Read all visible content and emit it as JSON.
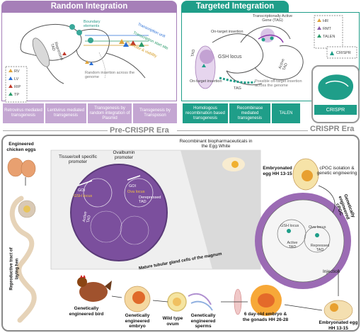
{
  "random_integration": {
    "header": "Random Integration",
    "labels": {
      "boundary": "Boundary elements",
      "repressed_tad": "Repressed TAD",
      "transcription_unit": "Transcription unit",
      "transcription_start": "Transcription start site",
      "promoter": "Promoter & viability",
      "random_insertion": "Random insertion across the genome"
    },
    "legend": [
      "RV",
      "LV",
      "RIP",
      "TP"
    ],
    "methods": [
      "Retrovirus mediated transgenesis",
      "Lentivirus mediated transgenesis",
      "Transgenesis by random integration of Plasmid",
      "Transgenesis by Transposon"
    ]
  },
  "targeted_integration": {
    "header": "Targeted Integration",
    "labels": {
      "tag": "Transcriptionally Active Gene (TAG)",
      "on_target": "On-target insertion",
      "gsh_locus": "GSH locus",
      "active_tad": "Active TAD",
      "tad": "TAD",
      "on_target2": "On-target insertion",
      "tag_small": "TAG",
      "off_target": "Possible off-target insertion across the genome"
    },
    "legend": [
      "HR",
      "RMT",
      "TALEN"
    ],
    "crispr_legend": "CRISPR",
    "methods": [
      "Homologous recombination based transgenesis",
      "Recombinase mediated transgenesis",
      "TALEN"
    ]
  },
  "crispr_box": {
    "label": "CRISPR"
  },
  "era_labels": {
    "pre": "Pre-CRISPR Era",
    "crispr": "CRISPR Era"
  },
  "workflow": {
    "eggs": "Engineered chicken eggs",
    "tissue_promoter": "Tissue/cell specific promoter",
    "ovalbumin": "Ovalbumin promoter",
    "goi_left": "GOI",
    "gsh_locus_left": "GSH locus",
    "active_tad_left": "Active TAD",
    "goi_right": "GOI",
    "ova_locus": "Ova locus",
    "derepressed_tad": "Derepressed TAD",
    "biopharma": "Recombinant biopharmaceuticals in the Egg White",
    "magnum": "Mature tubular gland cells of the magnum",
    "embryonated_egg": "Embryonated egg HH 13-15",
    "cpgc": "cPGC isolation & genetic engineering",
    "ge_cpgc": "Genetically engineered cPGC",
    "gsh_locus_r": "GSH locus",
    "ova_locus_r": "Ova locus",
    "active_tad_r": "Active TAD",
    "repressed_tad_r": "Repressed TAD",
    "injection": "Injection",
    "embryonated_egg2": "Embryonated egg HH 13-15",
    "day6": "6 day-old embryo & the gonads HH 26-28",
    "sperms": "Genetically engineered sperms",
    "wild_ovum": "Wild type ovum",
    "ge_embryo": "Genetically engineered embryo",
    "ge_bird": "Genetically engineered bird",
    "repro": "Reproductive tract of laying hen"
  }
}
